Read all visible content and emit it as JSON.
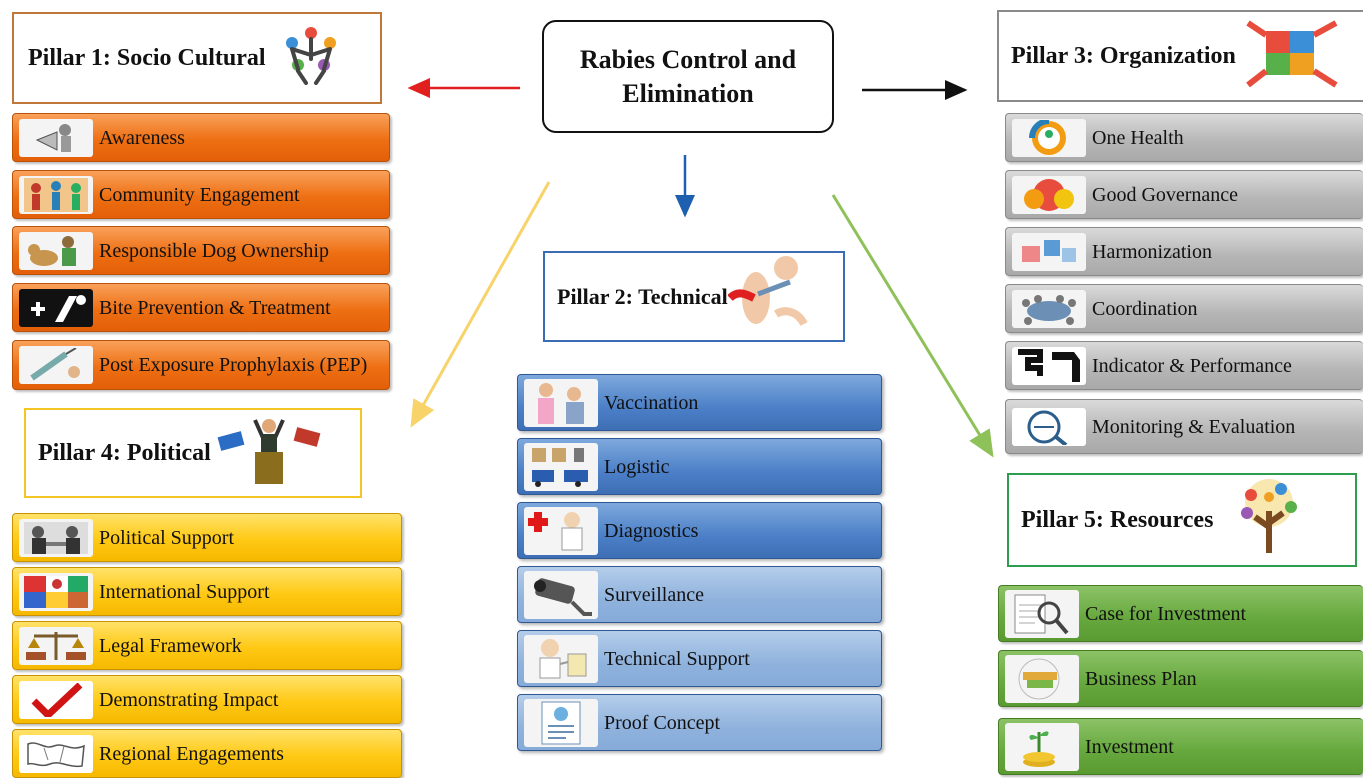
{
  "center": {
    "line1": "Rabies Control and",
    "line2": "Elimination"
  },
  "pillar1": {
    "title": "Pillar 1: Socio Cultural",
    "items": [
      "Awareness",
      "Community Engagement",
      "Responsible Dog Ownership",
      "Bite Prevention & Treatment",
      "Post Exposure Prophylaxis (PEP)"
    ]
  },
  "pillar2": {
    "title": "Pillar 2: Technical",
    "items": [
      "Vaccination",
      "Logistic",
      "Diagnostics",
      "Surveillance",
      "Technical Support",
      "Proof Concept"
    ]
  },
  "pillar3": {
    "title": "Pillar 3: Organization",
    "items": [
      "One Health",
      "Good Governance",
      "Harmonization",
      "Coordination",
      "Indicator & Performance",
      "Monitoring & Evaluation"
    ]
  },
  "pillar4": {
    "title": "Pillar 4: Political",
    "items": [
      "Political Support",
      "International Support",
      "Legal Framework",
      "Demonstrating Impact",
      "Regional Engagements"
    ]
  },
  "pillar5": {
    "title": "Pillar 5: Resources",
    "items": [
      "Case for Investment",
      "Business Plan",
      "Investment"
    ]
  },
  "colors": {
    "pillar1": "#ee6f13",
    "pillar2": "#4b7fc7",
    "pillar3": "#b5b5b5",
    "pillar4": "#ffc914",
    "pillar5": "#66a83d",
    "arrow_pillar1": "#e21f1f",
    "arrow_pillar2": "#1f5fb0",
    "arrow_pillar3": "#111111",
    "arrow_pillar4": "#f7d36a",
    "arrow_pillar5": "#8fc15a"
  },
  "icons": {
    "pillar1": [
      "megaphone-icon",
      "community-icon",
      "dog-owner-icon",
      "bite-treatment-icon",
      "syringe-icon"
    ],
    "pillar2": [
      "nurse-icon",
      "truck-icon",
      "first-aid-icon",
      "camera-icon",
      "doctor-icon",
      "document-icon"
    ],
    "pillar3": [
      "one-health-icon",
      "governance-icon",
      "puzzle-icon",
      "meeting-icon",
      "signpost-icon",
      "evaluation-icon"
    ],
    "pillar4": [
      "handshake-icon",
      "flags-icon",
      "scales-icon",
      "checkmark-icon",
      "map-icon"
    ],
    "pillar5": [
      "magnifier-icon",
      "business-plan-icon",
      "money-plant-icon"
    ]
  }
}
